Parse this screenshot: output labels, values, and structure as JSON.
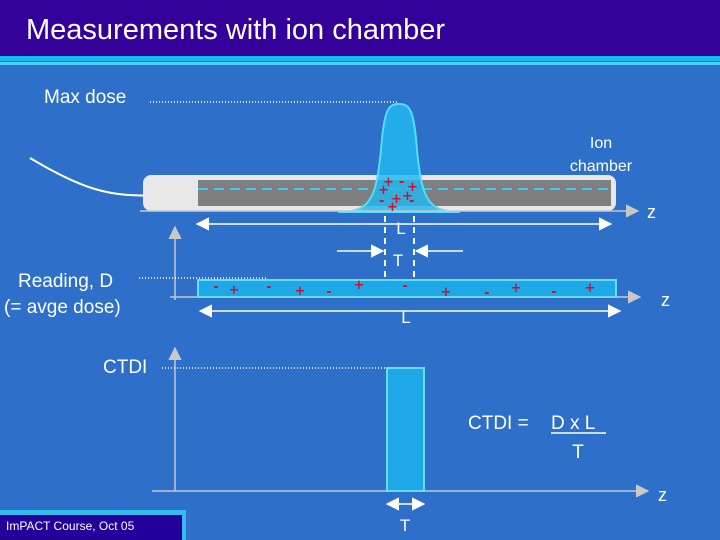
{
  "title": "Measurements with ion chamber",
  "footer": "ImPACT Course, Oct 05",
  "colors": {
    "background": "#2d6fc9",
    "title_bar": "#330099",
    "accent": "#11bbee",
    "fill": "#1fa8e8",
    "charge_sign": "#d0102a"
  },
  "panel1": {
    "max_dose_label": "Max dose",
    "ion_chamber_label_line1": "Ion",
    "ion_chamber_label_line2": "chamber",
    "z_label": "z",
    "length_label": "L",
    "beam_width_label": "T"
  },
  "panel2": {
    "reading_label_line1": "Reading, D",
    "reading_label_line2": "(= avge dose)",
    "charge_signs": [
      "-",
      "+",
      "-",
      "+",
      "-",
      "+",
      "-",
      "+",
      "-",
      "+",
      "-",
      "+"
    ],
    "z_label": "z",
    "length_label": "L"
  },
  "panel3": {
    "ctdi_label": "CTDI",
    "formula_lhs": "CTDI = ",
    "formula_numerator": "D x L",
    "formula_denominator": "T",
    "z_label": "z",
    "width_label": "T"
  }
}
